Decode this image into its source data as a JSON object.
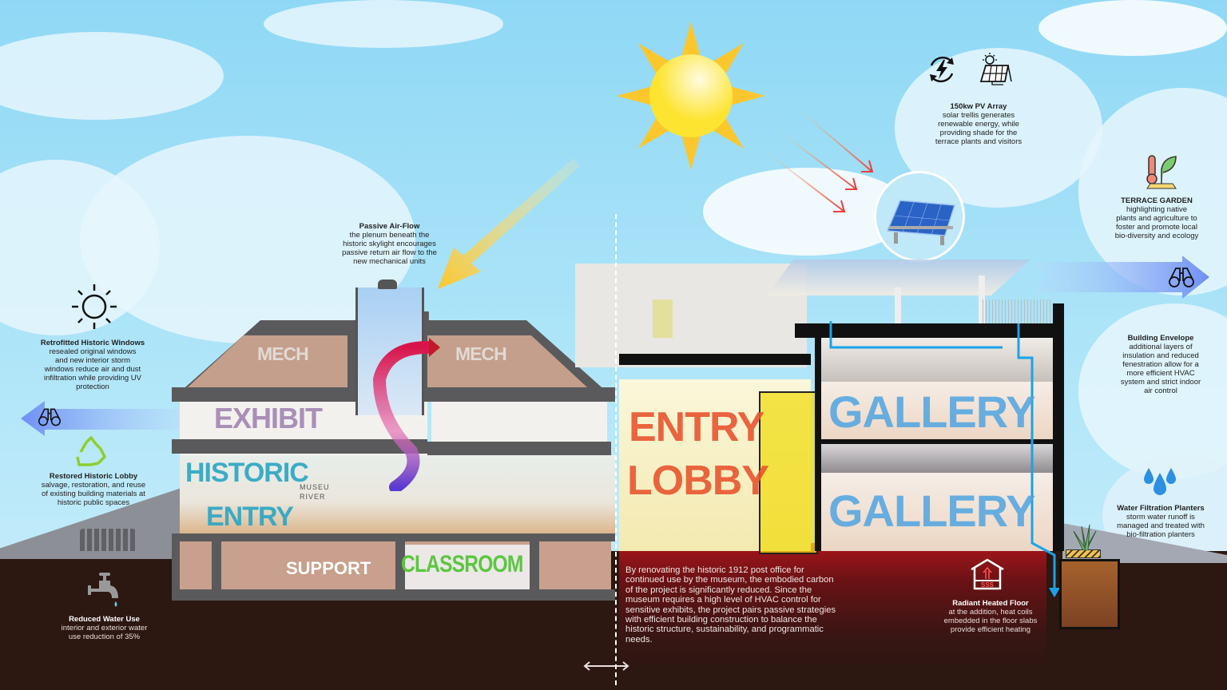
{
  "diagram": {
    "type": "building-section-sustainability-infographic",
    "spaces": {
      "mech_left": "MECH",
      "mech_right": "MECH",
      "exhibit": "EXHIBIT",
      "historic_entry_1": "HISTORIC",
      "historic_entry_2": "ENTRY",
      "support": "SUPPORT",
      "classroom": "CLASSROOM",
      "entry_lobby_1": "ENTRY",
      "entry_lobby_2": "LOBBY",
      "gallery_upper": "GALLERY",
      "gallery_lower": "GALLERY",
      "signage_1": "MUSEU",
      "signage_2": "RIVER"
    },
    "colors": {
      "mech": "#d9d3cf",
      "exhibit": "#a98fb8",
      "historic_entry": "#2ca6c3",
      "support": "#ffffff",
      "classroom": "#5cc63f",
      "entry_lobby": "#e8542f",
      "gallery": "#4fa3e0",
      "sun": "#fcc72d",
      "ground": "#2c1711",
      "radiant_floor": "#a8151a",
      "water_pipe": "#1aa3e8",
      "view_arrow": "#6f8ff5"
    },
    "callouts": [
      {
        "id": "pv-array",
        "title": "150kw PV Array",
        "body": [
          "solar trellis generates",
          "renewable energy, while",
          "providing shade for the",
          "terrace plants and visitors"
        ],
        "icons": [
          "renewable-energy-icon",
          "solar-panel-icon"
        ]
      },
      {
        "id": "terrace-garden",
        "title": "TERRACE GARDEN",
        "body": [
          "highlighting native",
          "plants and agriculture to",
          "foster and promote local",
          "bio-diversity and ecology"
        ],
        "icons": [
          "thermometer-leaf-icon"
        ]
      },
      {
        "id": "building-envelope",
        "title": "Building Envelope",
        "body": [
          "additional layers of",
          "insulation and reduced",
          "fenestration allow for a",
          "more efficient HVAC",
          "system and strict indoor",
          "air control"
        ],
        "icons": []
      },
      {
        "id": "water-filtration",
        "title": "Water Filtration Planters",
        "body": [
          "storm water runoff is",
          "managed and treated with",
          "bio-filtration planters"
        ],
        "icons": [
          "water-drops-icon"
        ]
      },
      {
        "id": "radiant-floor",
        "title": "Radiant Heated Floor",
        "body": [
          "at the addition, heat coils",
          "embedded in the floor slabs",
          "provide efficient heating"
        ],
        "icons": [
          "heated-house-icon"
        ]
      },
      {
        "id": "passive-airflow",
        "title": "Passive Air-Flow",
        "body": [
          "the plenum beneath the",
          "historic skylight encourages",
          "passive return air flow to the",
          "new mechanical units"
        ],
        "icons": []
      },
      {
        "id": "retrofitted-windows",
        "title": "Retrofitted Historic Windows",
        "body": [
          "resealed original windows",
          "and new interior storm",
          "windows reduce air and dust",
          "infiltration while providing UV",
          "protection"
        ],
        "icons": [
          "sun-outline-icon"
        ]
      },
      {
        "id": "restored-lobby",
        "title": "Restored Historic Lobby",
        "body": [
          "salvage, restoration, and reuse",
          "of existing building materials at",
          "historic public spaces"
        ],
        "icons": [
          "recycle-icon"
        ]
      },
      {
        "id": "reduced-water",
        "title": "Reduced Water Use",
        "body": [
          "interior and exterior water",
          "use reduction of 35%"
        ],
        "icons": [
          "faucet-icon"
        ]
      }
    ],
    "summary": "By renovating the historic 1912 post office for continued use by the museum, the embodied carbon of the project is significantly reduced. Since the museum requires a high level of HVAC control for sensitive exhibits, the project pairs passive strategies with efficient building construction to balance the historic structure, sustainability, and programmatic needs.",
    "radiant_floor_icon_text": "SSS"
  }
}
